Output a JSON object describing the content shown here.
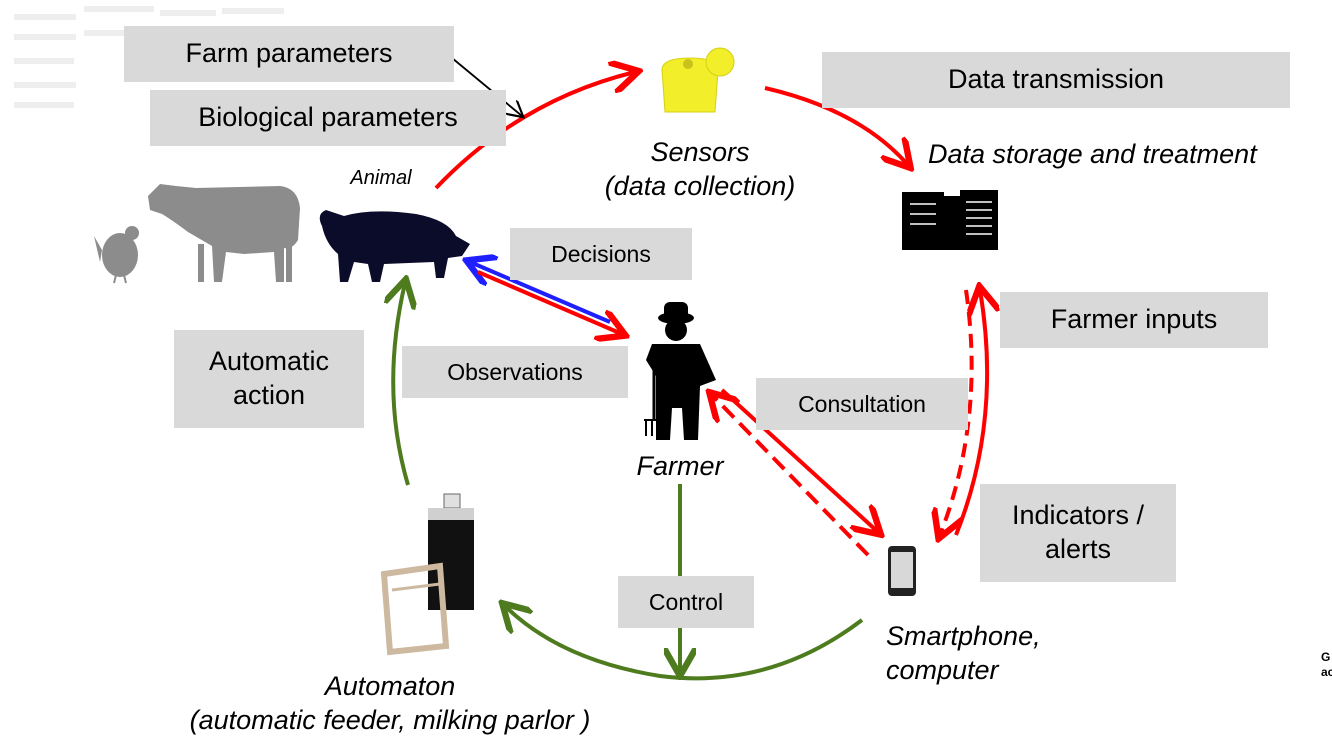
{
  "boxes": {
    "farm_parameters": "Farm parameters",
    "biological_parameters": "Biological parameters",
    "data_transmission": "Data transmission",
    "decisions": "Decisions",
    "farmer_inputs": "Farmer inputs",
    "automatic_action": "Automatic action",
    "observations": "Observations",
    "consultation": "Consultation",
    "indicators_alerts": "Indicators / alerts",
    "control": "Control"
  },
  "labels": {
    "animal": "Animal",
    "sensors": "Sensors",
    "sensors_sub": "(data collection)",
    "data_storage": "Data storage and treatment",
    "farmer": "Farmer",
    "smartphone": "Smartphone,",
    "computer": "computer",
    "automaton": "Automaton",
    "automaton_sub": "(automatic feeder, milking parlor )"
  },
  "edge_text": {
    "line1": "G",
    "line2": "ac"
  },
  "colors": {
    "red": "#ff0000",
    "green": "#4f7b1f",
    "blue": "#1f1fff",
    "box": "#d9d9d9"
  }
}
